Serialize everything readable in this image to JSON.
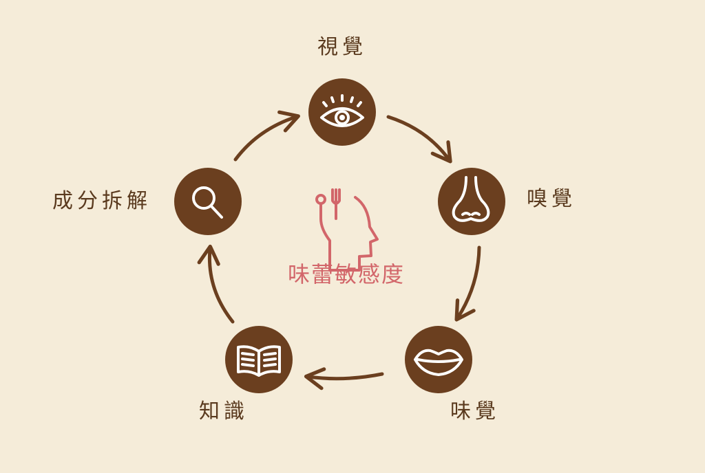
{
  "diagram": {
    "center": {
      "label": "味蕾敏感度",
      "icon": "head-utensils-icon"
    },
    "nodes": [
      {
        "id": "sight",
        "label": "視覺",
        "icon": "eye-icon"
      },
      {
        "id": "smell",
        "label": "嗅覺",
        "icon": "nose-icon"
      },
      {
        "id": "taste",
        "label": "味覺",
        "icon": "lips-icon"
      },
      {
        "id": "knowledge",
        "label": "知識",
        "icon": "book-icon"
      },
      {
        "id": "analysis",
        "label": "成分拆解",
        "icon": "magnifier-icon"
      }
    ],
    "flow": [
      "sight",
      "smell",
      "taste",
      "knowledge",
      "analysis",
      "sight"
    ],
    "colors": {
      "background": "#f5ecd9",
      "node": "#6b3f1f",
      "accent": "#d2666a",
      "text": "#5a3a1e"
    }
  }
}
